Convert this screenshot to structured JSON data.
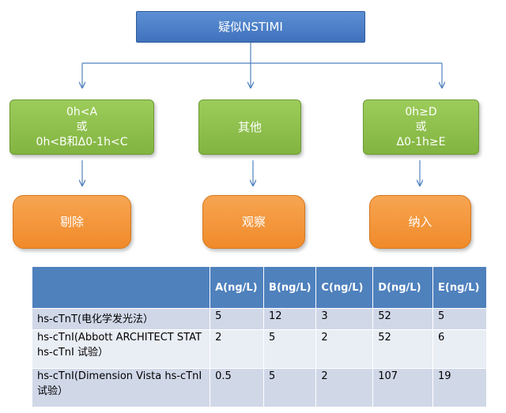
{
  "top": {
    "label": "疑似NSTIMI"
  },
  "left": {
    "line1": "0h<A",
    "line2": "或",
    "line3": "0h<B和Δ0-1h<C"
  },
  "middle": {
    "line1": "其他"
  },
  "right": {
    "line1": "0h≥D",
    "line2": "或",
    "line3": "Δ0-1h≥E"
  },
  "outcomes": {
    "left": "剔除",
    "middle": "观察",
    "right": "纳入"
  },
  "table": {
    "headers": [
      "",
      "A(ng/L)",
      "B(ng/L)",
      "C(ng/L)",
      "D(ng/L)",
      "E(ng/L)"
    ],
    "rows": [
      [
        "hs-cTnT(电化学发光法）",
        "5",
        "12",
        "3",
        "52",
        "5"
      ],
      [
        "hs-cTnI(Abbott ARCHITECT STAT hs-cTnI 试验）",
        "2",
        "5",
        "2",
        "52",
        "6"
      ],
      [
        "hs-cTnI(Dimension Vista hs-cTnI试验）",
        "0.5",
        "5",
        "2",
        "107",
        "19"
      ]
    ]
  },
  "colors": {
    "top_fill": "#4f81bd",
    "decision_fill": "#8cc04c",
    "outcome_fill": "#f79646",
    "header_fill": "#4f81bd",
    "row_odd": "#d0d8e8",
    "row_even": "#e9edf4",
    "connector": "#4f81bd"
  }
}
